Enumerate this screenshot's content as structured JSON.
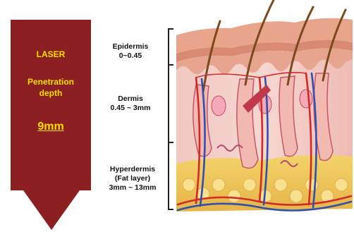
{
  "laser": {
    "title": "LASER",
    "penetration_line1": "Penetration",
    "penetration_line2": "depth",
    "depth": "9mm"
  },
  "layers": {
    "epidermis": {
      "name": "Epidermis",
      "range": "0~0.45"
    },
    "dermis": {
      "name": "Dermis",
      "range": "0.45 ~ 3mm"
    },
    "hypodermis": {
      "name": "Hyperdermis",
      "sub": "(Fat layer)",
      "range": "3mm ~ 13mm"
    }
  },
  "colors": {
    "arrow": "#8c1f21",
    "arrow_text": "#f6e000"
  }
}
